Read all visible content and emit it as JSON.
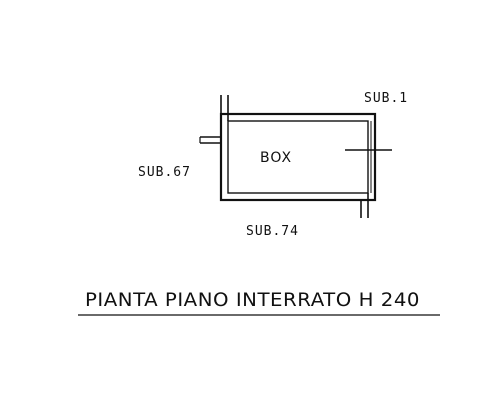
{
  "plan": {
    "room_label": "BOX",
    "neighbors": {
      "top_right": "SUB.1",
      "left": "SUB.67",
      "bottom": "SUB.74"
    },
    "caption": "PIANTA PIANO INTERRATO H 240"
  },
  "colors": {
    "ink": "#111111",
    "paper": "#ffffff"
  }
}
